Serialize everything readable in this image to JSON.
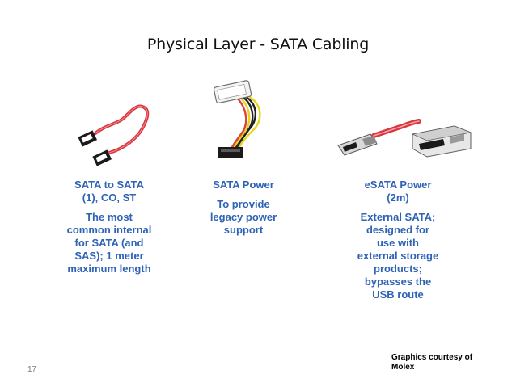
{
  "slide": {
    "title": "Physical Layer - SATA Cabling",
    "page_number": "17",
    "credit": "Graphics courtesy of Molex"
  },
  "columns": [
    {
      "heading": "SATA to SATA (1), CO, ST",
      "description": "The most common internal for SATA (and SAS); 1 meter maximum length",
      "image_icon": "sata-data-cable"
    },
    {
      "heading": "SATA Power",
      "description": "To provide legacy power support",
      "image_icon": "sata-power-adapter"
    },
    {
      "heading": "eSATA Power (2m)",
      "description": "External SATA; designed for use with external storage products; bypasses the USB route",
      "image_icon": "esata-cable-and-port"
    }
  ],
  "colors": {
    "text_accent": "#2f63b6",
    "cable_red": "#d9363e"
  }
}
